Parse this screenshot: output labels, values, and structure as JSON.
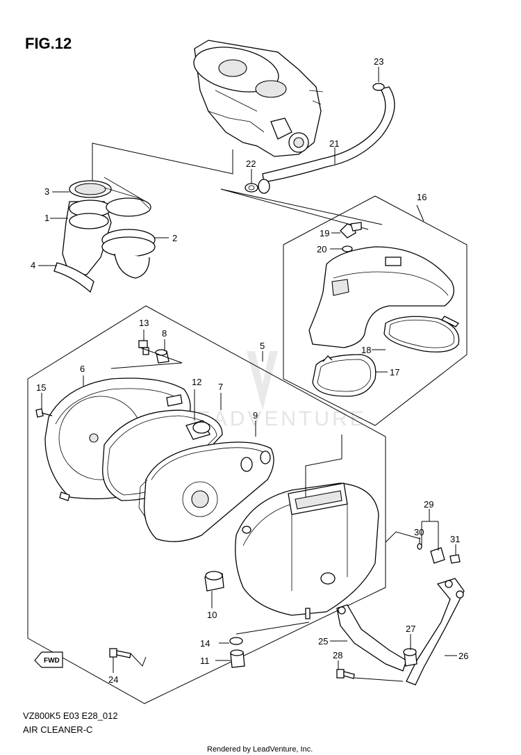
{
  "figure": {
    "title": "FIG.12",
    "model_code": "VZ800K5 E03 E28_012",
    "section_name": "AIR CLEANER-C",
    "credit": "Rendered by LeadVenture, Inc.",
    "watermark": "LEADVENTURE",
    "fwd_label": "FWD"
  },
  "callouts": [
    "1",
    "2",
    "3",
    "4",
    "5",
    "6",
    "7",
    "8",
    "9",
    "10",
    "11",
    "12",
    "13",
    "14",
    "15",
    "16",
    "17",
    "18",
    "19",
    "20",
    "21",
    "22",
    "23",
    "24",
    "25",
    "26",
    "27",
    "28",
    "29",
    "30",
    "31"
  ]
}
